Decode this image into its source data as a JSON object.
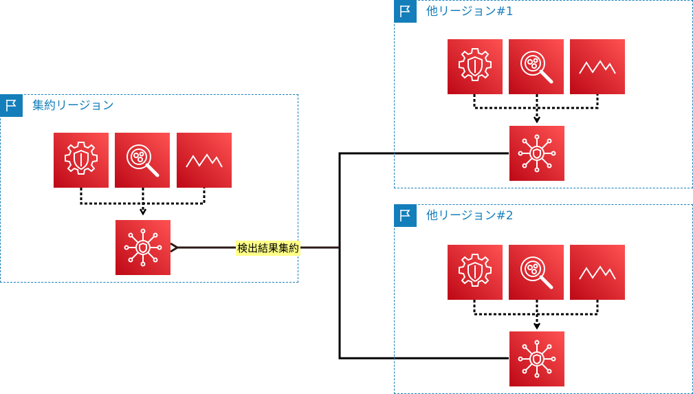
{
  "regions": {
    "aggregate": {
      "title": "集約リージョン"
    },
    "other1": {
      "title": "他リージョン#1"
    },
    "other2": {
      "title": "他リージョン#2"
    }
  },
  "connector": {
    "label": "検出結果集約"
  },
  "icons": {
    "region": "flag-icon",
    "security_service": "gear-shield-icon",
    "inspect_service": "magnifier-icon",
    "monitor_service": "mountain-wave-icon",
    "hub_service": "security-hub-icon"
  },
  "colors": {
    "region_border": "#147eba",
    "service_gradient_start": "#bd0816",
    "service_gradient_end": "#ff5252",
    "label_background": "#ffff88",
    "line": "#000000"
  }
}
